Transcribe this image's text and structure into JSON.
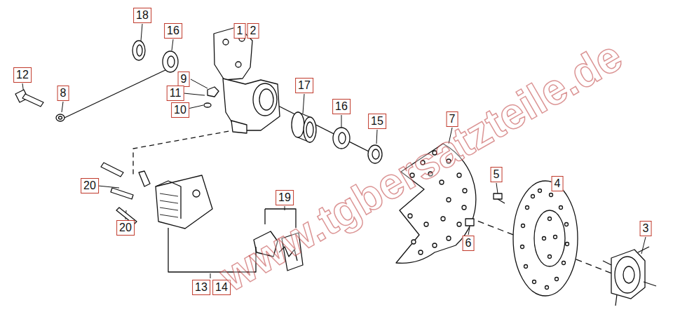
{
  "diagram": {
    "labels": [
      "18",
      "16",
      "1",
      "2",
      "12",
      "8",
      "9",
      "11",
      "10",
      "17",
      "16",
      "15",
      "7",
      "5",
      "4",
      "3",
      "6",
      "20",
      "20",
      "19",
      "13",
      "14",
      "www.tgbersatzteile.de"
    ]
  }
}
